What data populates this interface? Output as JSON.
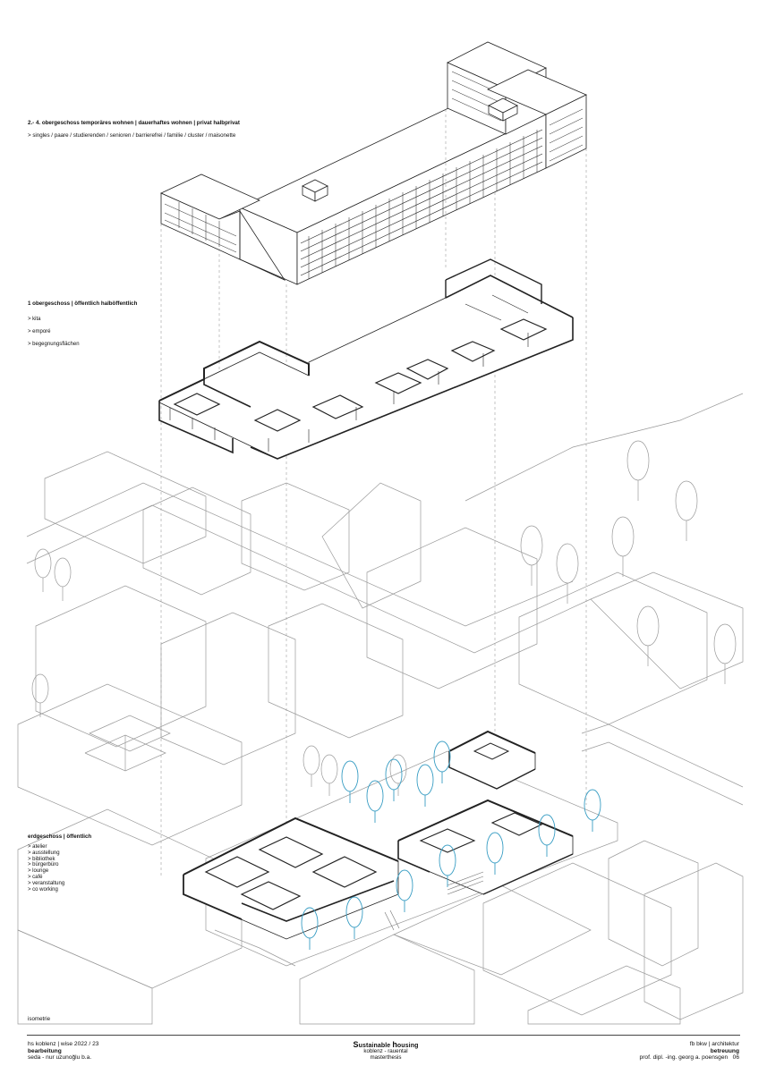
{
  "upper_floors": {
    "title": "2.- 4. obergeschoss temporäres wohnen | dauerhaftes wohnen | privat halbprivat",
    "users": "> singles / paare / studierenden / senioren / barrierefrei / familie / cluster / maisonette"
  },
  "first_floor": {
    "title": "1 obergeschoss | öffentlich halböffentlich",
    "items": [
      "> kita",
      "> emporé",
      "> begegnungsflächen"
    ]
  },
  "ground_floor": {
    "title": "erdgeschoss | öffentlich",
    "items": [
      "> atelier",
      "> ausstellung",
      "> bibliothek",
      "> bürgerbüro",
      "> lounge",
      "> café",
      "> veranstaltung",
      "> co working"
    ]
  },
  "drawing": {
    "caption": "isometrie"
  },
  "footer": {
    "left_line1": "hs koblenz | wise 2022 / 23",
    "left_line2": "bearbeitung",
    "left_line3": "seda - nur uzunoğlu b.a.",
    "brand_s": "S",
    "brand_word1": "ustainable ",
    "brand_h": "h",
    "brand_word2": "ousing",
    "brand_line2": "koblenz - rauental",
    "brand_line3": "masterthesis",
    "right_line1": "fb bkw | architektur",
    "right_line2": "betreuung",
    "right_line3": "prof. dipl. -ing. georg a. poensgen",
    "page_number": "06"
  },
  "colors": {
    "line": "#222222",
    "context": "#9a9a9a",
    "tree_accent": "#3a9ec4"
  }
}
